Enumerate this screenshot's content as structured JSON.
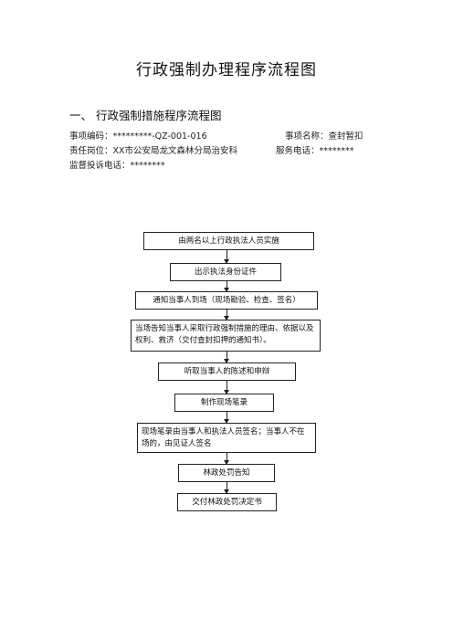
{
  "document": {
    "title": "行政强制办理程序流程图",
    "section_heading": "一、 行政强制措施程序流程图",
    "meta": {
      "item_code": "事项编码：*********-QZ-001-016",
      "item_name": "事项名称：查封暂扣",
      "responsible_post": "责任岗位：XX市公安局龙文森林分局治安科",
      "service_phone": "服务电话：********",
      "complaint_phone": "监督投诉电话：********"
    }
  },
  "flowchart": {
    "steps": [
      "由两名以上行政执法人员实施",
      "出示执法身份证件",
      "通知当事人到场（现场勘验、检查、签名）",
      "当场告知当事人采取行政强制措施的理由、依据以及权利、救济（交付查封扣押的通知书）。",
      "听取当事人的陈述和申辩",
      "制作现场笔录",
      "现场笔录由当事人和执法人员签名；当事人不在场的，由见证人签名",
      "林政处罚告知",
      "交付林政处罚决定书"
    ]
  }
}
